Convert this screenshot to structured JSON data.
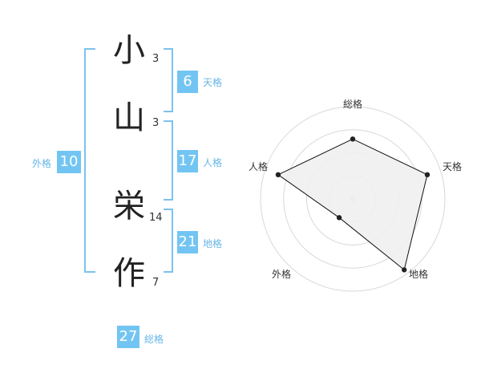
{
  "name": {
    "chars": [
      {
        "char": "小",
        "strokes": "3"
      },
      {
        "char": "山",
        "strokes": "3"
      },
      {
        "char": "栄",
        "strokes": "14"
      },
      {
        "char": "作",
        "strokes": "7"
      }
    ]
  },
  "grades": {
    "tenkaku": {
      "value": "6",
      "label": "天格"
    },
    "jinkaku": {
      "value": "17",
      "label": "人格"
    },
    "chikaku": {
      "value": "21",
      "label": "地格"
    },
    "gaikaku": {
      "value": "10",
      "label": "外格"
    },
    "soukaku": {
      "value": "27",
      "label": "総格"
    }
  },
  "chart_data": {
    "type": "radar",
    "axes": [
      "総格",
      "天格",
      "地格",
      "外格",
      "人格"
    ],
    "values": [
      0.65,
      0.85,
      0.95,
      0.25,
      0.85
    ],
    "rings": 4,
    "max": 1,
    "fill_color": "#f0f0f0",
    "line_color": "#111111",
    "grid_color": "#d8d8d8"
  }
}
